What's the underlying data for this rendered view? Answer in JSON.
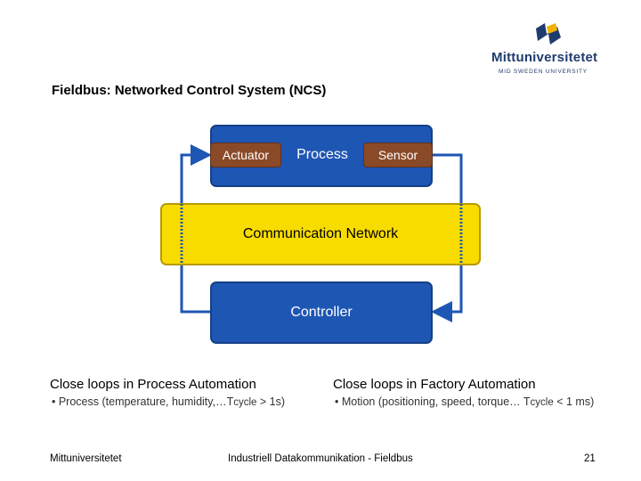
{
  "slide": {
    "title": "Fieldbus: Networked Control System (NCS)",
    "logo_name": "Mittuniversitetet",
    "logo_sub": "MID SWEDEN UNIVERSITY"
  },
  "diagram": {
    "actuator": "Actuator",
    "process": "Process",
    "sensor": "Sensor",
    "network": "Communication Network",
    "controller": "Controller"
  },
  "columns": {
    "left_heading": "Close loops in Process Automation",
    "left_bullet_prefix": "• Process (temperature, humidity,…T",
    "left_bullet_sub": "cycle",
    "left_bullet_suffix": " > 1s)",
    "right_heading": "Close loops in Factory Automation",
    "right_bullet_prefix": "• Motion (positioning, speed, torque… T",
    "right_bullet_sub": "cycle",
    "right_bullet_suffix": " < 1 ms)"
  },
  "footer": {
    "left": "Mittuniversitetet",
    "center": "Industriell Datakommunikation - Fieldbus",
    "page": "21"
  },
  "colors": {
    "box_blue": "#1e56b4",
    "network_yellow": "#f8dc00",
    "small_box_brown": "#8a4a28"
  }
}
